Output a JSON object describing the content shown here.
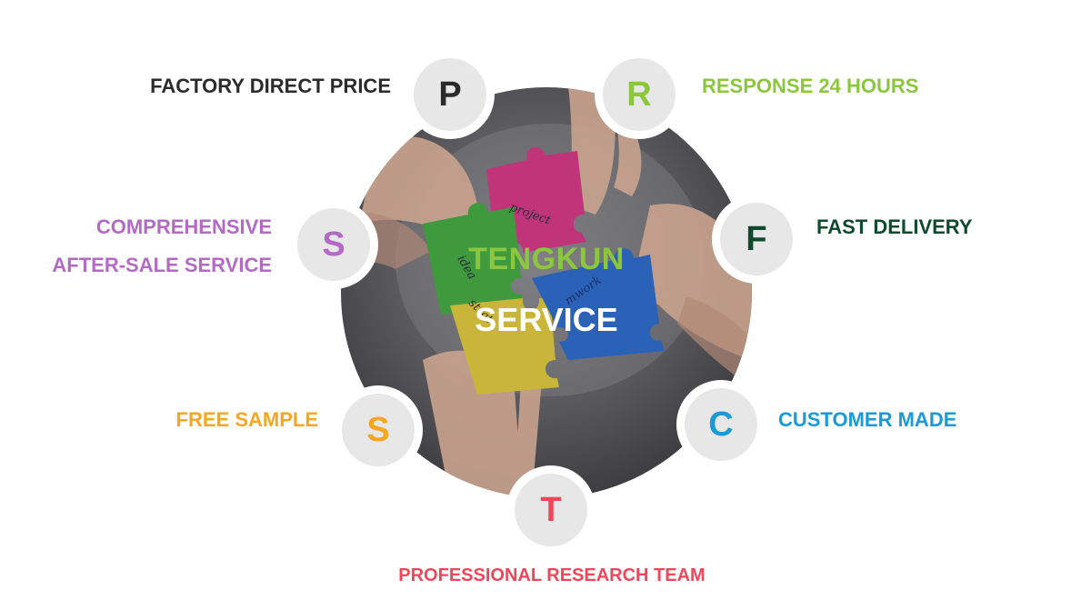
{
  "hub": {
    "title": "TENGKUN",
    "subtitle": "SERVICE",
    "puzzle_words": [
      "project",
      "idea",
      "strat",
      "mwork"
    ]
  },
  "nodes": [
    {
      "letter": "P",
      "label": "FACTORY DIRECT PRICE",
      "color": "#2b2b2b"
    },
    {
      "letter": "R",
      "label": "RESPONSE 24 HOURS",
      "color": "#8cc63f"
    },
    {
      "letter": "S",
      "label_line1": "COMPREHENSIVE",
      "label_line2": "AFTER-SALE SERVICE",
      "color": "#b36ac4"
    },
    {
      "letter": "F",
      "label": "FAST DELIVERY",
      "color": "#0f4a2e"
    },
    {
      "letter": "S",
      "label": "FREE SAMPLE",
      "color": "#f5a623"
    },
    {
      "letter": "C",
      "label": "CUSTOMER MADE",
      "color": "#1a9ad6"
    },
    {
      "letter": "T",
      "label": "PROFESSIONAL RESEARCH TEAM",
      "color": "#f0465a"
    }
  ]
}
